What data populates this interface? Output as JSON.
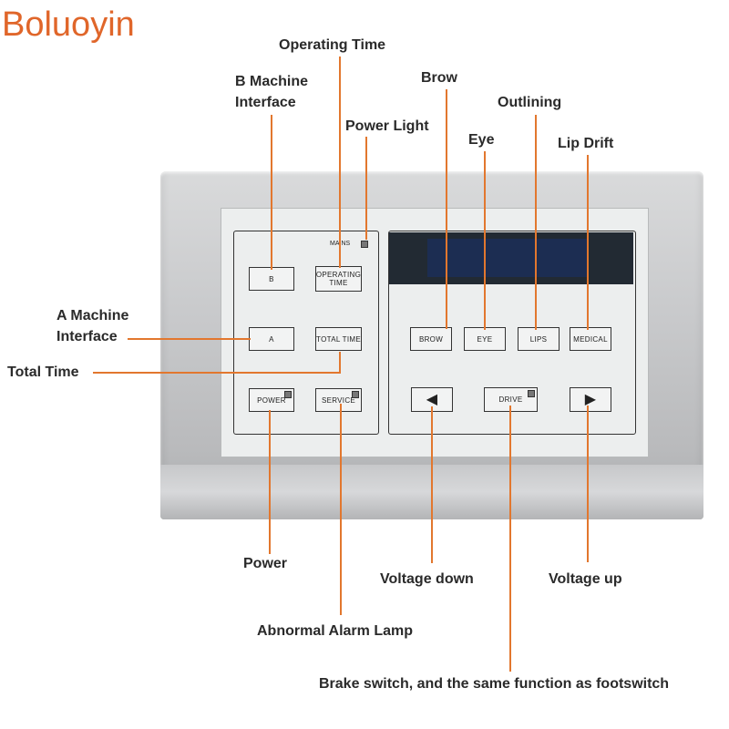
{
  "brand": "Boluoyin",
  "device": {
    "mains_label": "MAINS",
    "buttons": {
      "b": "B",
      "operating_time": "OPERATING TIME",
      "a": "A",
      "total_time": "TOTAL TIME",
      "power": "POWER",
      "service": "SERVICE",
      "brow": "BROW",
      "eye": "EYE",
      "lips": "LIPS",
      "medical": "MEDICAL",
      "left_arrow": "◀",
      "drive": "DRIVE",
      "right_arrow": "▶"
    }
  },
  "labels": {
    "operating_time": "Operating Time",
    "b_machine_interface": "B Machine\nInterface",
    "power_light": "Power Light",
    "brow": "Brow",
    "outlining": "Outlining",
    "eye": "Eye",
    "lip_drift": "Lip Drift",
    "a_machine_interface": "A Machine\nInterface",
    "total_time": "Total Time",
    "power": "Power",
    "voltage_down": "Voltage down",
    "voltage_up": "Voltage up",
    "abnormal_alarm_lamp": "Abnormal Alarm Lamp",
    "brake_switch": "Brake switch, and the same function as footswitch"
  },
  "colors": {
    "brand": "#e0662a",
    "leader_line": "#e2772e",
    "label_text": "#2a2a2a"
  }
}
